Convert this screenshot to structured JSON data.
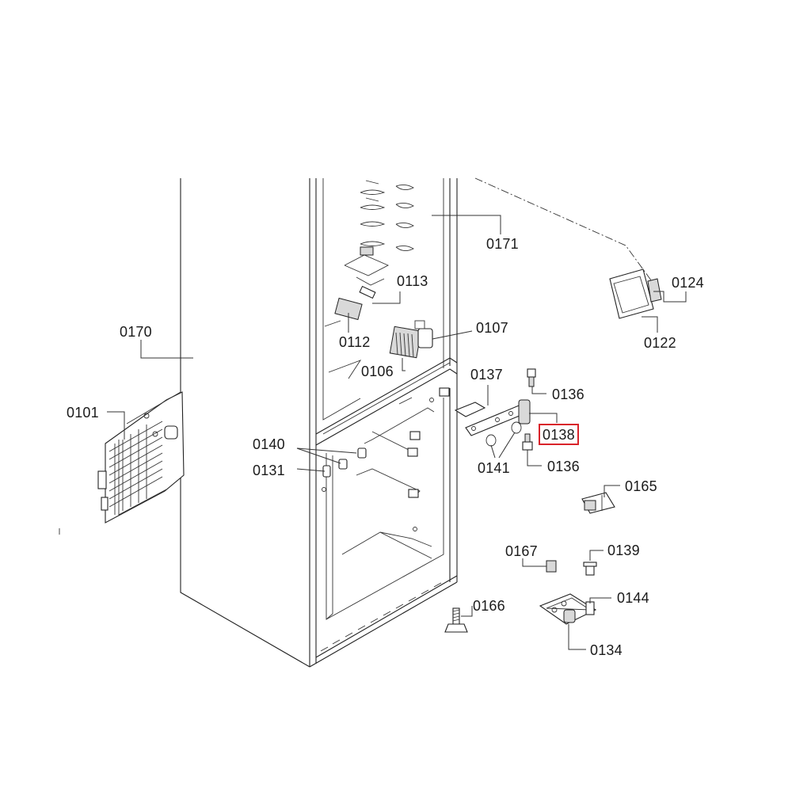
{
  "callouts": [
    {
      "id": "0171",
      "label": "0171",
      "highlight": false
    },
    {
      "id": "0124",
      "label": "0124",
      "highlight": false
    },
    {
      "id": "0113",
      "label": "0113",
      "highlight": false
    },
    {
      "id": "0170",
      "label": "0170",
      "highlight": false
    },
    {
      "id": "0107",
      "label": "0107",
      "highlight": false
    },
    {
      "id": "0112",
      "label": "0112",
      "highlight": false
    },
    {
      "id": "0122",
      "label": "0122",
      "highlight": false
    },
    {
      "id": "0106",
      "label": "0106",
      "highlight": false
    },
    {
      "id": "0137",
      "label": "0137",
      "highlight": false
    },
    {
      "id": "0136a",
      "label": "0136",
      "highlight": false
    },
    {
      "id": "0101",
      "label": "0101",
      "highlight": false
    },
    {
      "id": "0138",
      "label": "0138",
      "highlight": true
    },
    {
      "id": "0140",
      "label": "0140",
      "highlight": false
    },
    {
      "id": "0141",
      "label": "0141",
      "highlight": false
    },
    {
      "id": "0136b",
      "label": "0136",
      "highlight": false
    },
    {
      "id": "0131",
      "label": "0131",
      "highlight": false
    },
    {
      "id": "0165",
      "label": "0165",
      "highlight": false
    },
    {
      "id": "0167",
      "label": "0167",
      "highlight": false
    },
    {
      "id": "0139",
      "label": "0139",
      "highlight": false
    },
    {
      "id": "0144",
      "label": "0144",
      "highlight": false
    },
    {
      "id": "0166",
      "label": "0166",
      "highlight": false
    },
    {
      "id": "0134",
      "label": "0134",
      "highlight": false
    }
  ],
  "colors": {
    "highlight_border": "#d9232a",
    "line": "#222222"
  }
}
